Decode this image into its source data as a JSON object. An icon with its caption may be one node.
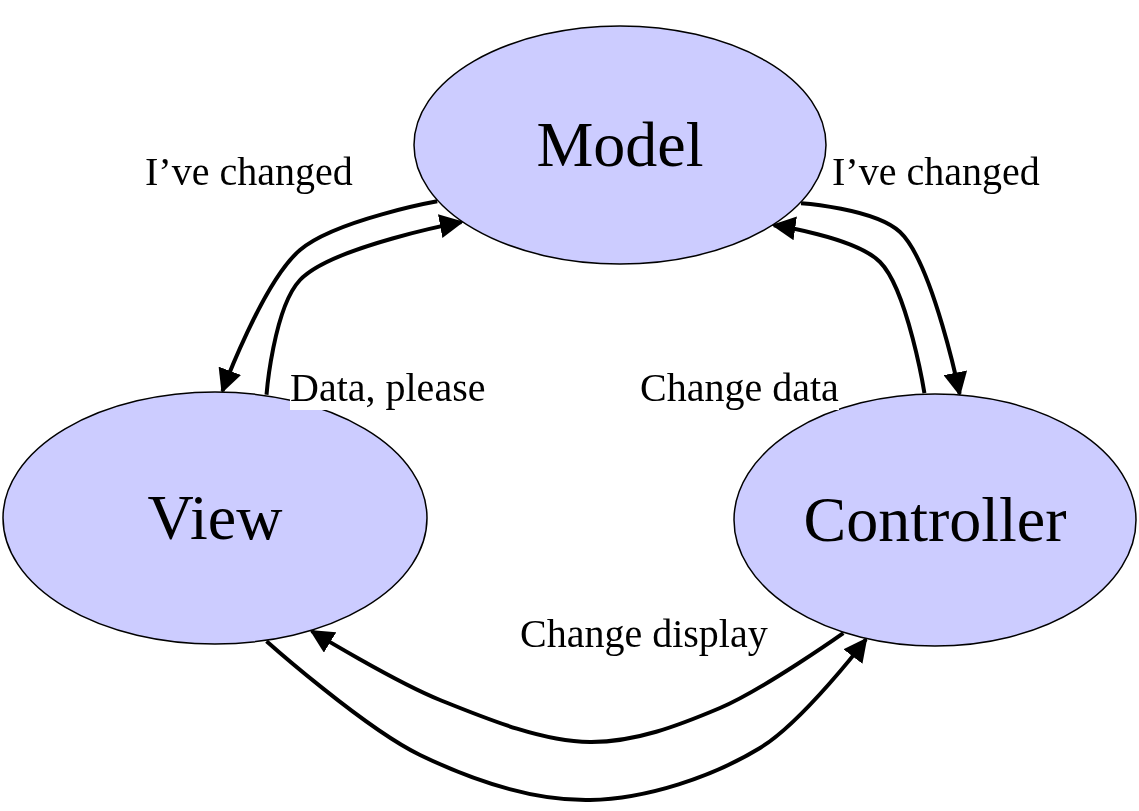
{
  "diagram": {
    "nodes": [
      {
        "text": [
          "Model"
        ]
      },
      {
        "text": [
          "View"
        ]
      },
      {
        "text": [
          "Controller"
        ]
      }
    ],
    "edges": [
      {
        "from": 0,
        "to": 1,
        "arrow": "to",
        "label": "I’ve changed"
      },
      {
        "from": 1,
        "to": 0,
        "arrow": "to",
        "label": "Data, please"
      },
      {
        "from": 0,
        "to": 2,
        "arrow": "to",
        "label": "I’ve changed"
      },
      {
        "from": 2,
        "to": 0,
        "arrow": "to",
        "label": "Change data"
      },
      {
        "from": 2,
        "to": 1,
        "arrow": "to",
        "label": "Change display"
      },
      {
        "from": 1,
        "to": 2,
        "arrow": "to"
      }
    ]
  }
}
